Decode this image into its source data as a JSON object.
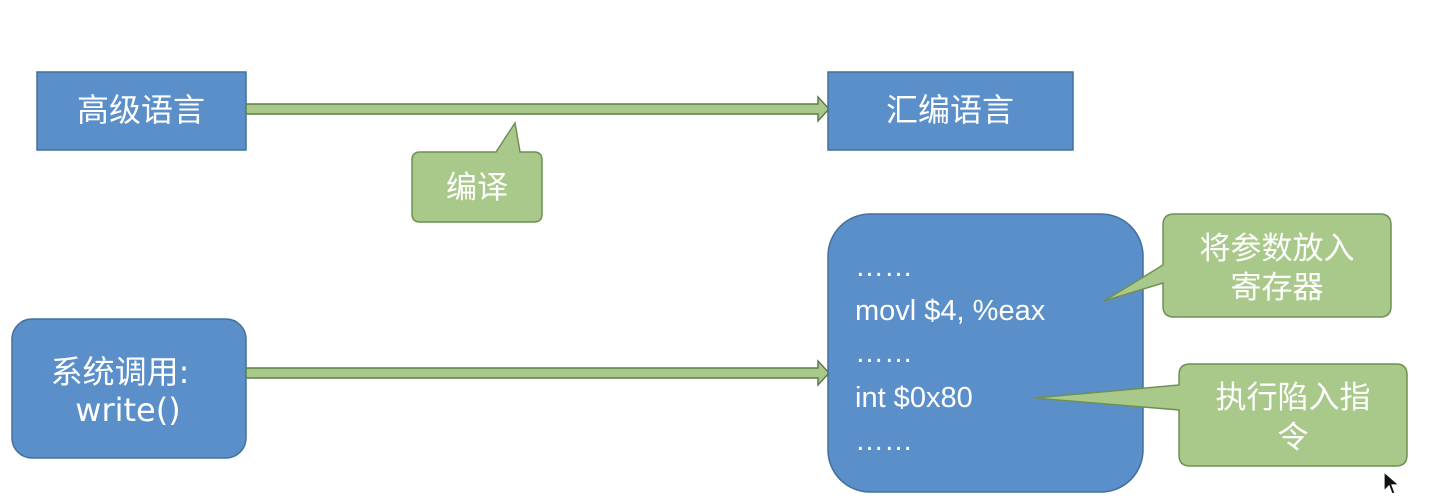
{
  "colors": {
    "node_fill": "#5b8fca",
    "node_border": "#41709c",
    "note_fill": "#a9c98b",
    "note_border": "#6f8f55",
    "arrow_fill": "#a9c98b",
    "arrow_border": "#5d7d49"
  },
  "nodes": {
    "high_level": "高级语言",
    "assembly": "汇编语言",
    "syscall_line1": "系统调用:",
    "syscall_line2": "write()"
  },
  "labels": {
    "compile": "编译"
  },
  "code_block": {
    "lines": [
      "……",
      "movl $4, %eax",
      "……",
      "int $0x80",
      "……"
    ]
  },
  "callouts": {
    "params_line1": "将参数放入",
    "params_line2": "寄存器",
    "trap_line1": "执行陷入指",
    "trap_line2": "令"
  },
  "icons": {
    "cursor": "mouse-pointer-icon"
  }
}
